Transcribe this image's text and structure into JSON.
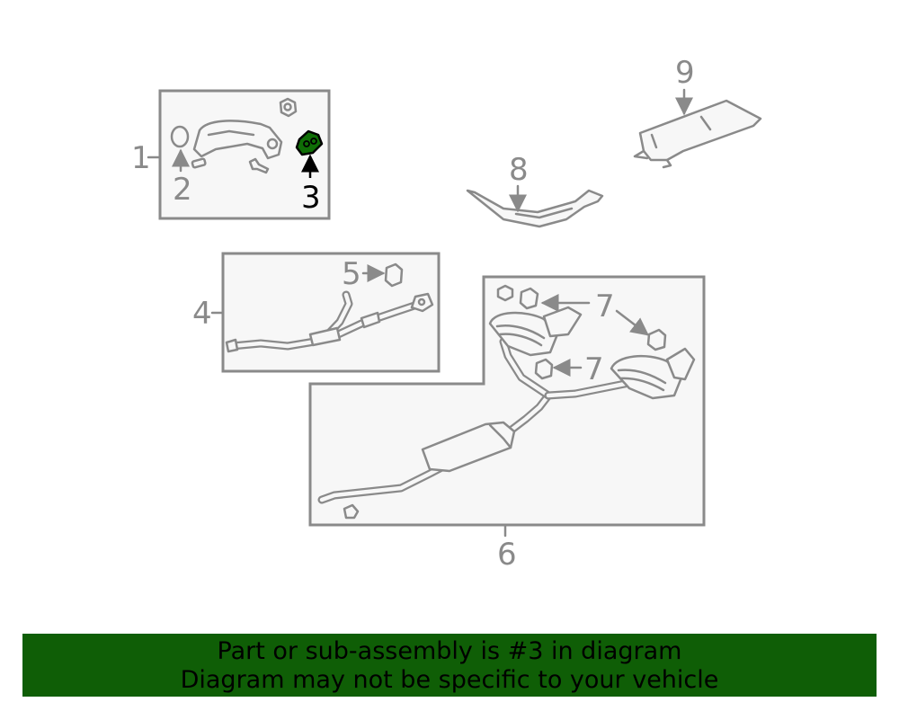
{
  "callouts": {
    "c1": "1",
    "c2": "2",
    "c3": "3",
    "c4": "4",
    "c5": "5",
    "c6": "6",
    "c7a": "7",
    "c7b": "7",
    "c8": "8",
    "c9": "9"
  },
  "highlight_part": "3",
  "colors": {
    "highlight": "#0f6e06",
    "banner": "#0f5e06",
    "line": "#8a8a8a"
  },
  "banner": {
    "line1": "Part or sub-assembly is #3 in diagram",
    "line2": "Diagram may not be specific to your vehicle"
  }
}
